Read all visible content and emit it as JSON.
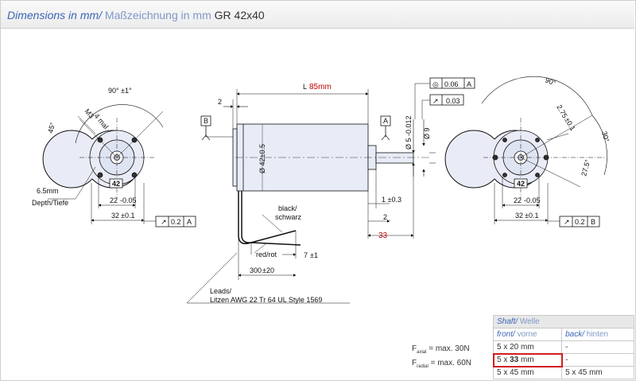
{
  "header": {
    "title_en": "Dimensions in mm/",
    "title_de": " Maßzeichnung in mm ",
    "model": "GR 42x40"
  },
  "drawing": {
    "left_view": {
      "angle": "90°",
      "angle_tol": "±1°",
      "angle2": "45°",
      "m3": "M3",
      "deep": "4 mal",
      "center": "42",
      "hole_note": "6.5mm",
      "hole_note2": "Depth/Tiefe",
      "d22": "22",
      "d22_tol": "-0.05",
      "d32": "32",
      "d32_tol": "±0.1",
      "runout": "0.2",
      "datum": "A"
    },
    "side_view": {
      "length_label": "L",
      "length_value": "85mm",
      "flange": "2",
      "datum_b": "B",
      "datum_a": "A",
      "dia": "Ø 42±0.5",
      "shaft_dia": "Ø 5 -0.012",
      "collar": "Ø 9",
      "coax": "0.06",
      "coax_ref": "A",
      "perp": "0.03",
      "step": "1 ±0.3",
      "d2": "2",
      "shaft_len": "33",
      "wire_black": "black/",
      "wire_black2": "schwarz",
      "wire_red": "red/rot",
      "strip": "7",
      "strip_tol": "±1",
      "lead_len": "300",
      "lead_tol": "±20",
      "leads1": "Leads/",
      "leads2": "Litzen AWG 22 Tr 64   UL Style 1569"
    },
    "right_view": {
      "angle": "90°",
      "m_note": "2.75",
      "m_note2": "±0.1",
      "a30": "30°",
      "a275": "27.5°",
      "center": "42",
      "d22": "22",
      "d22_tol": "-0.05",
      "d32": "32",
      "d32_tol": "±0.1",
      "runout": "0.2",
      "datum": "B"
    }
  },
  "forces": {
    "axial_label": "F",
    "axial_sub": "axial",
    "axial_value": " = max. 30N",
    "radial_label": "F",
    "radial_sub": "radial",
    "radial_value": " = max. 60N"
  },
  "shaft_table": {
    "title_en": "Shaft/",
    "title_de": " Welle",
    "col_front_en": "front/",
    "col_front_de": " vorne",
    "col_back_en": "back/",
    "col_back_de": " hinten",
    "rows": [
      {
        "front": "5 x 20 mm",
        "back": "-"
      },
      {
        "front_a": "5 x ",
        "front_b": "33",
        "front_c": " mm",
        "back": "-"
      },
      {
        "front": "5 x 45 mm",
        "back": "5 x 45 mm"
      }
    ]
  }
}
